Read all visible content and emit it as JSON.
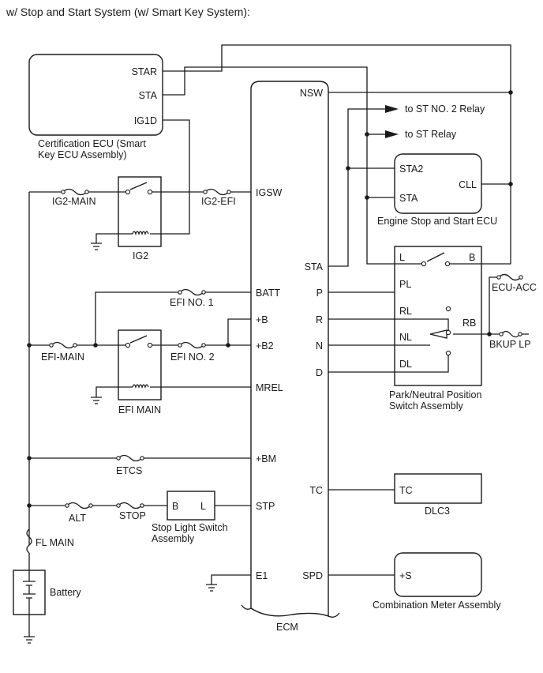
{
  "title": "w/ Stop and Start System (w/ Smart Key System):",
  "components": {
    "cert_ecu": {
      "name_line1": "Certification ECU (Smart",
      "name_line2": "Key ECU Assembly)",
      "pins": {
        "star": "STAR",
        "sta": "STA",
        "ig1d": "IG1D"
      }
    },
    "ecm": {
      "name": "ECM",
      "left_pins": {
        "igsw": "IGSW",
        "batt": "BATT",
        "b": "+B",
        "b2": "+B2",
        "mrel": "MREL",
        "bm": "+BM",
        "stp": "STP",
        "e1": "E1"
      },
      "right_pins": {
        "nsw": "NSW",
        "sta": "STA",
        "p": "P",
        "r": "R",
        "n": "N",
        "d": "D",
        "tc": "TC",
        "spd": "SPD"
      }
    },
    "es_ecu": {
      "name": "Engine Stop and Start ECU",
      "pins": {
        "sta2": "STA2",
        "sta": "STA",
        "cll": "CLL"
      }
    },
    "pnp": {
      "name_line1": "Park/Neutral Position",
      "name_line2": "Switch Assembly",
      "pins": {
        "l": "L",
        "b": "B",
        "pl": "PL",
        "rl": "RL",
        "nl": "NL",
        "dl": "DL",
        "rb": "RB"
      }
    },
    "dlc3": {
      "name": "DLC3",
      "pin": "TC"
    },
    "meter": {
      "name": "Combination Meter Assembly",
      "pin": "+S"
    },
    "stop_sw": {
      "name_line1": "Stop Light Switch",
      "name_line2": "Assembly",
      "pin_b": "B",
      "pin_l": "L"
    },
    "battery": {
      "name": "Battery"
    },
    "ig2_relay": {
      "name": "IG2"
    },
    "efi_relay": {
      "name": "EFI MAIN"
    }
  },
  "fuses": {
    "ig2_main": "IG2-MAIN",
    "ig2_efi": "IG2-EFI",
    "efi_no1": "EFI NO. 1",
    "efi_main": "EFI-MAIN",
    "efi_no2": "EFI NO. 2",
    "etcs": "ETCS",
    "alt": "ALT",
    "stop": "STOP",
    "fl_main": "FL MAIN",
    "ecu_acc": "ECU-ACC",
    "bkup_lp": "BKUP LP"
  },
  "relays_out": {
    "st2": "to ST NO. 2 Relay",
    "st": "to ST Relay"
  }
}
